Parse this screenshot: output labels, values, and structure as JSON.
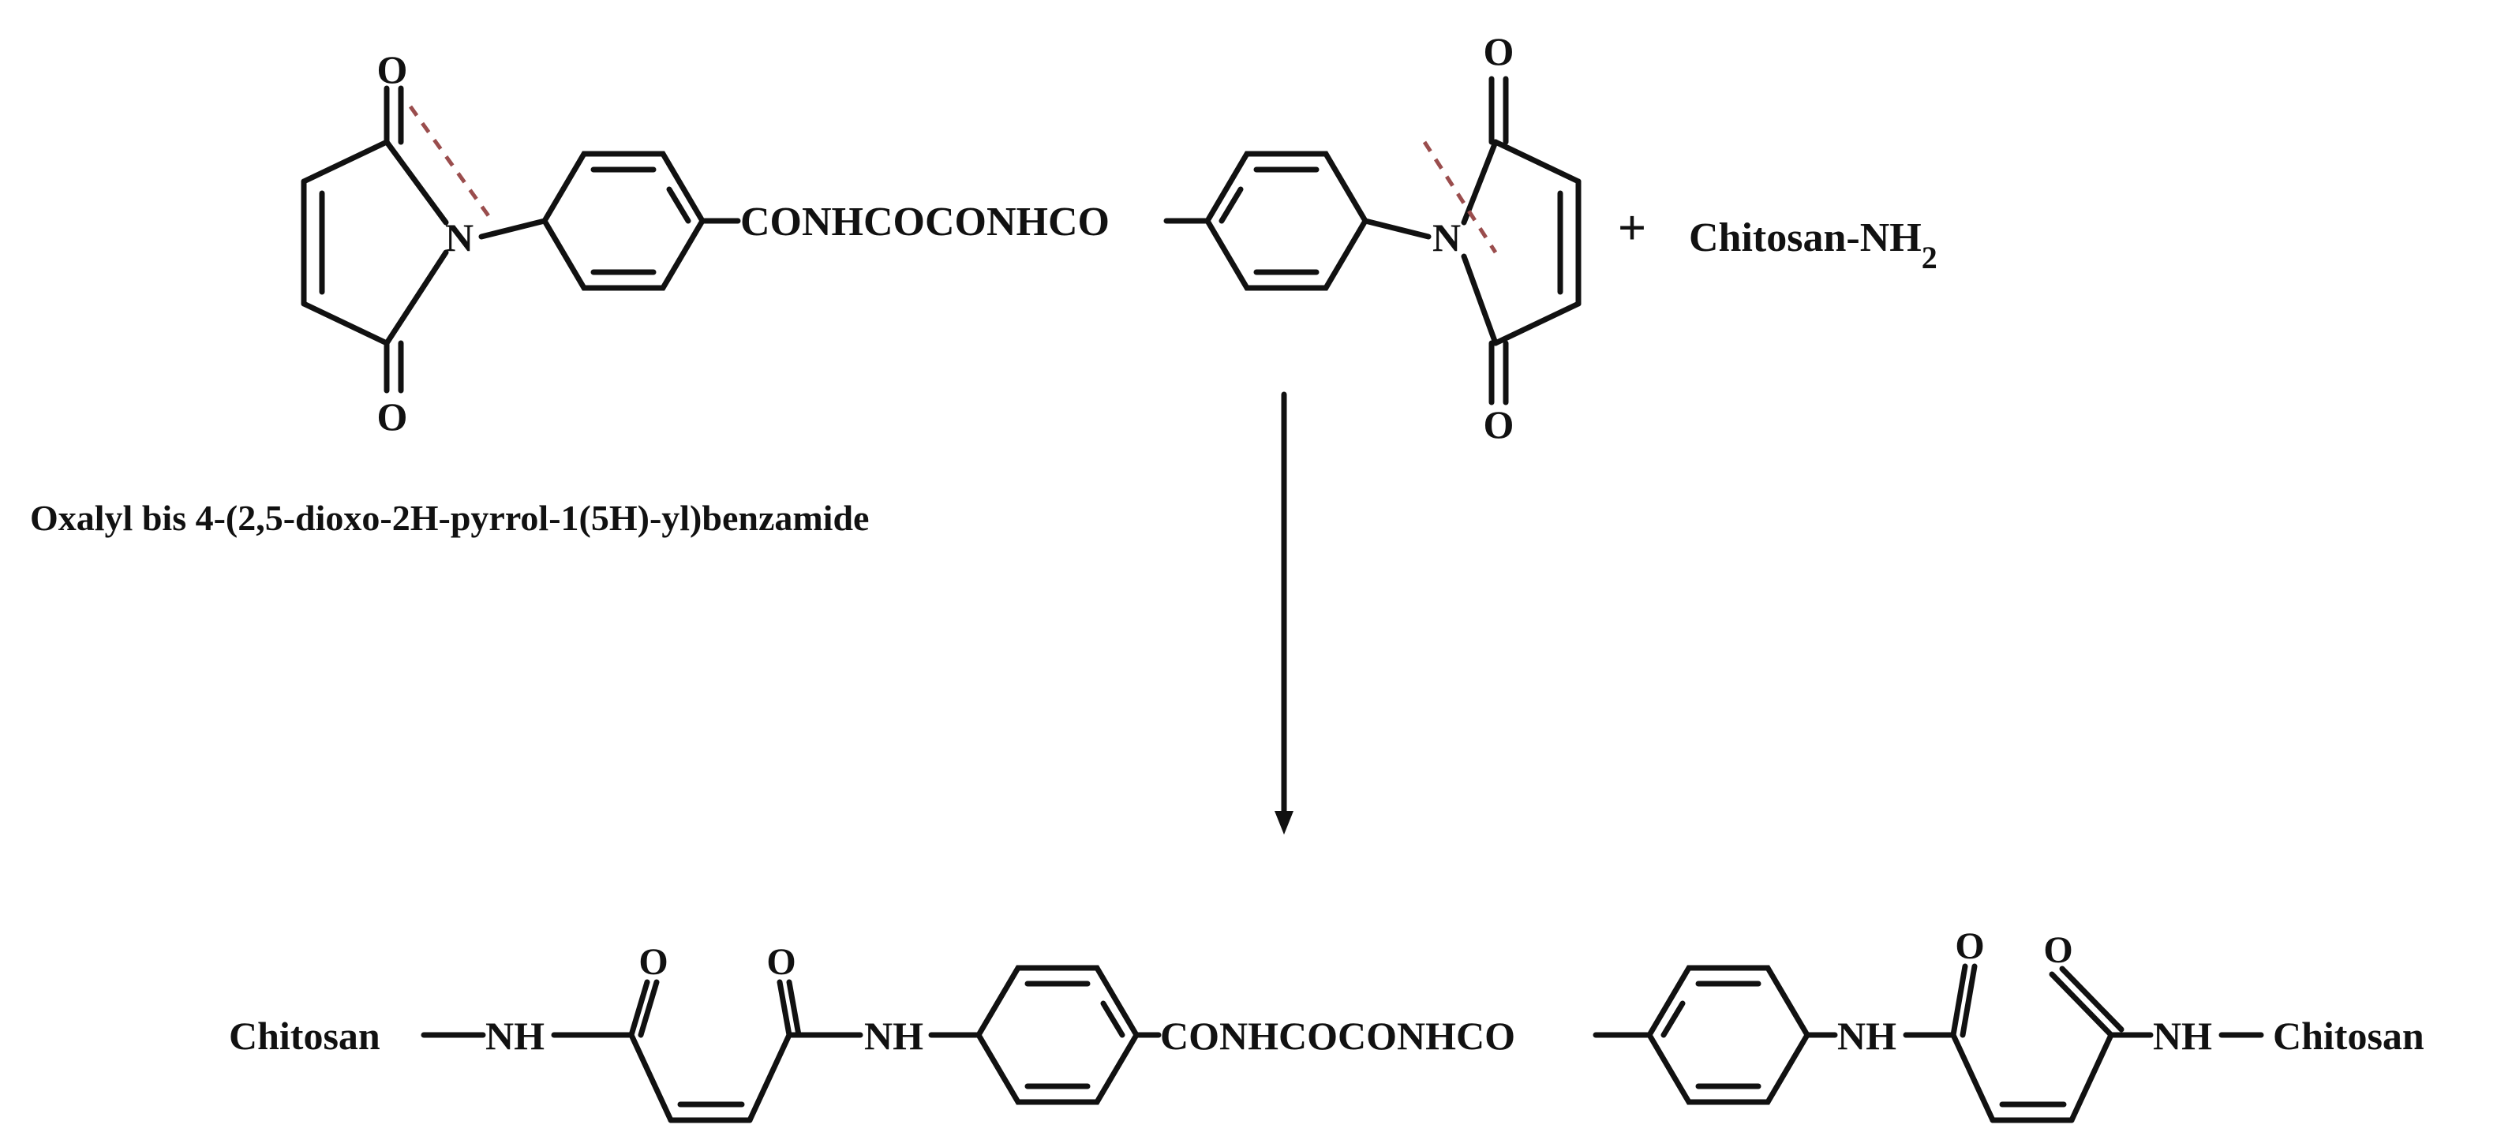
{
  "reactant": {
    "name": "Oxalyl bis 4-(2,5-dioxo-2H-pyrrol-1(5H)-yl)benzamide",
    "linker": "CONHCOCONHCO",
    "oxygen": "O",
    "nitrogen": "N"
  },
  "plus": "+",
  "reagent": {
    "text": "Chitosan-NH",
    "subscript": "2"
  },
  "product": {
    "left_end": "Chitosan",
    "nh": "NH",
    "oxygen": "O",
    "linker": "CONHCOCONHCO",
    "right_end": "Chitosan"
  },
  "colors": {
    "ink": "#111111",
    "cleavage_mark": "#9a4d4d",
    "background": "#ffffff"
  }
}
